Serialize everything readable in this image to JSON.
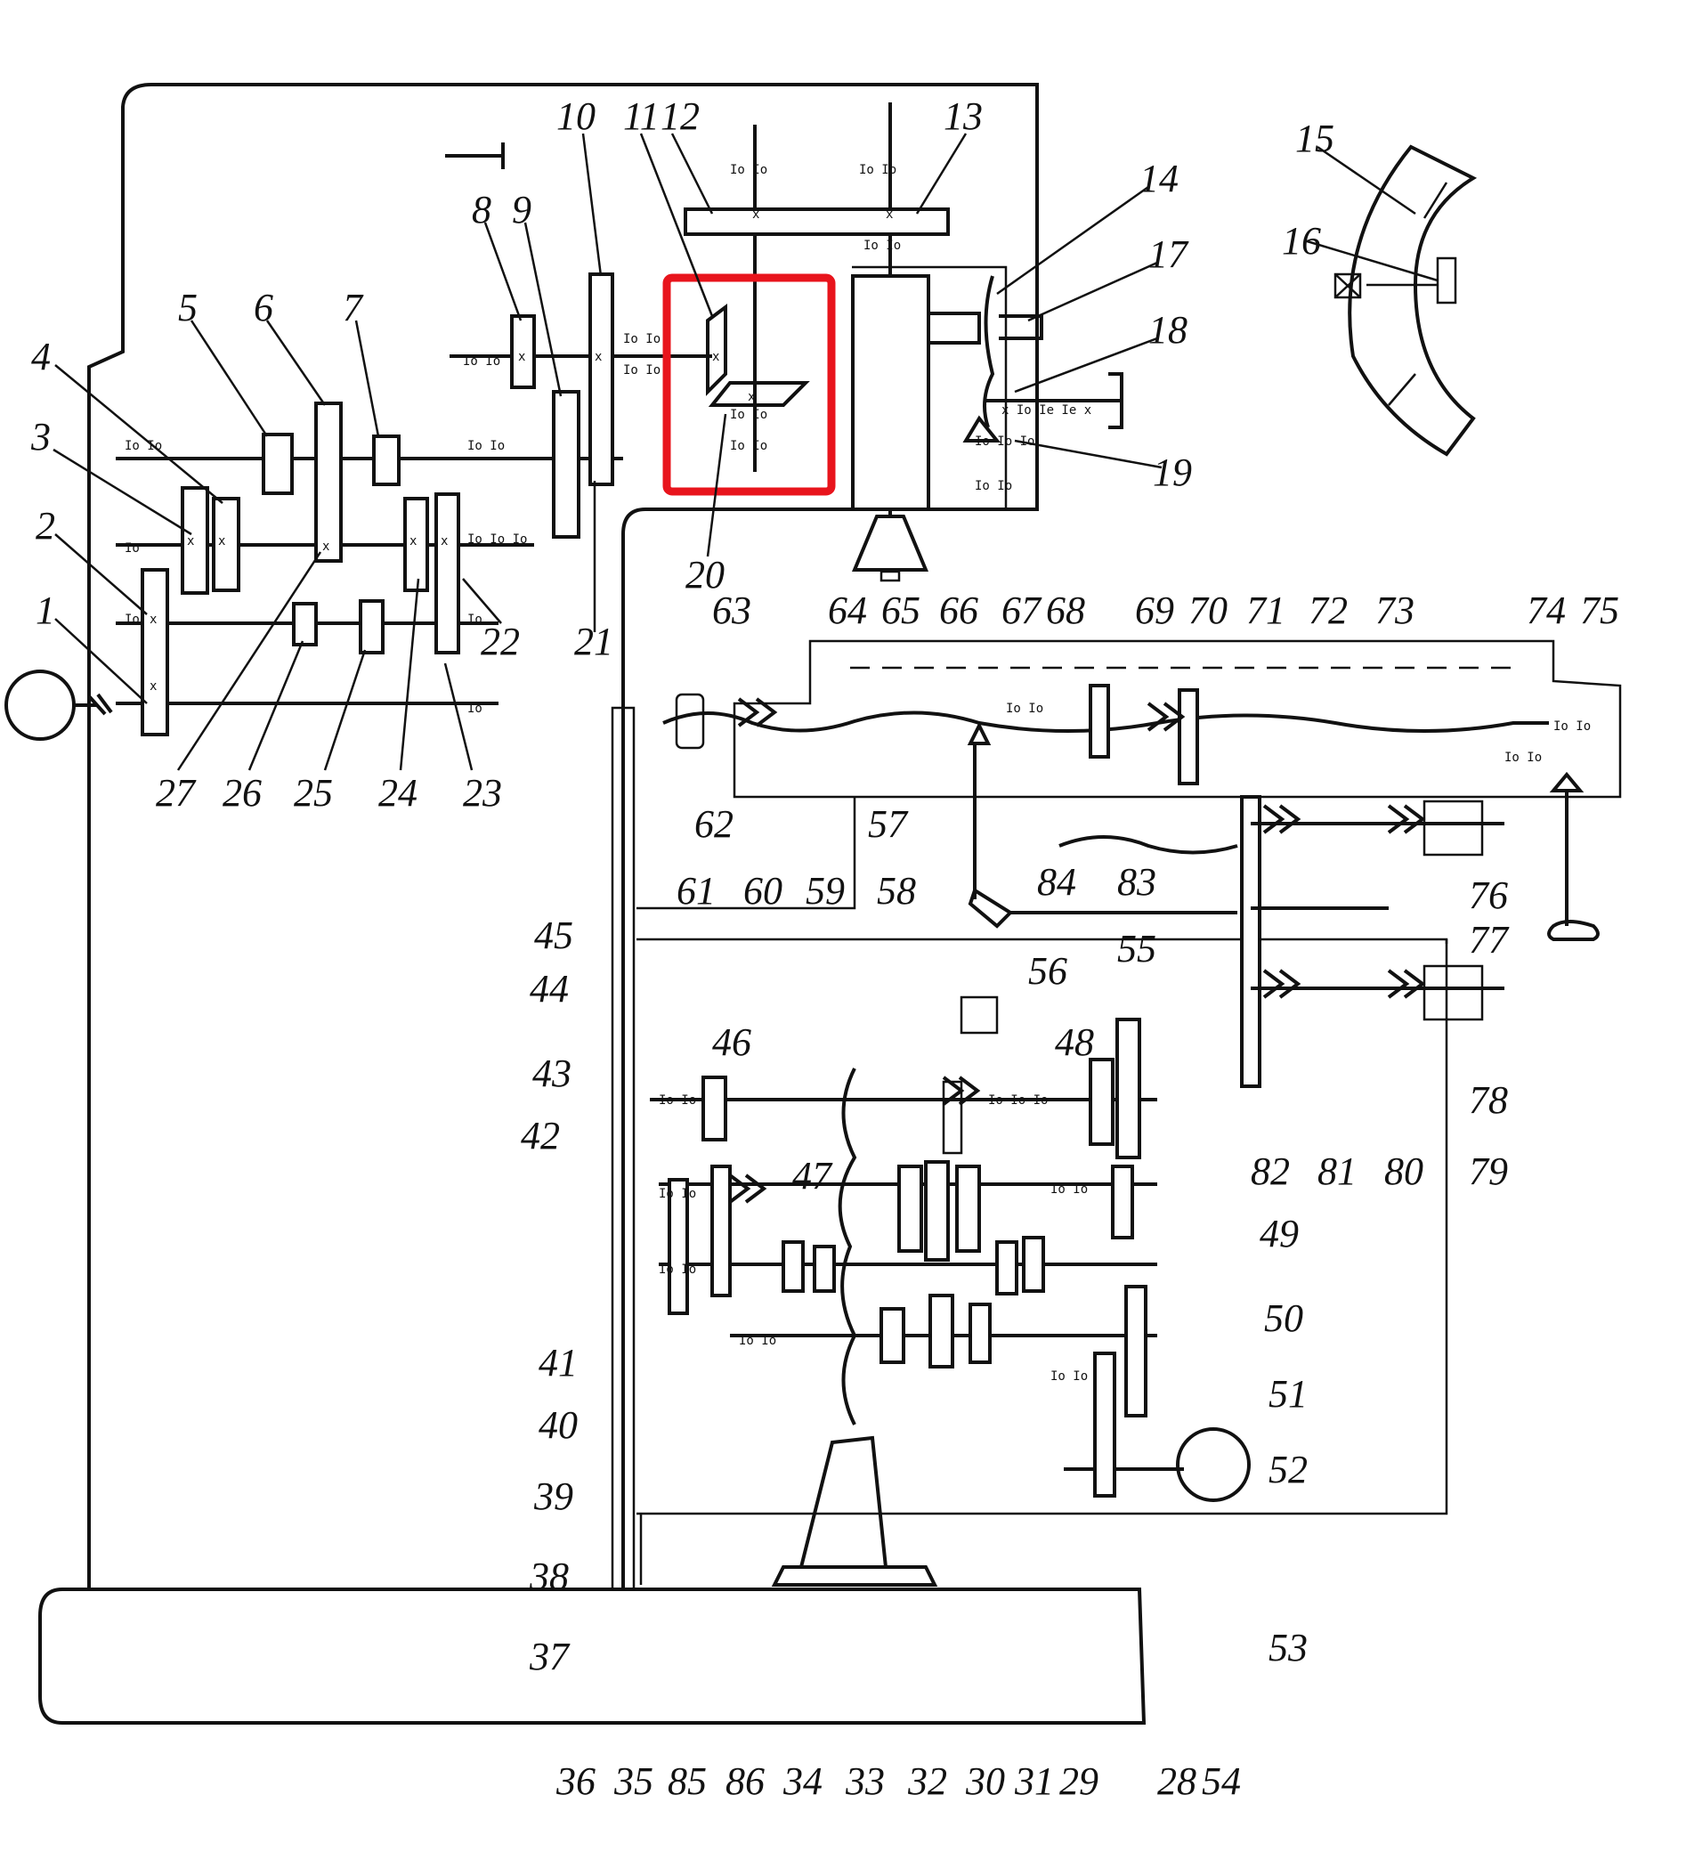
{
  "diagram": {
    "highlight_color": "#e8141c",
    "labels": [
      {
        "id": "1",
        "text": "1"
      },
      {
        "id": "2",
        "text": "2"
      },
      {
        "id": "3",
        "text": "3"
      },
      {
        "id": "4",
        "text": "4"
      },
      {
        "id": "5",
        "text": "5"
      },
      {
        "id": "6",
        "text": "6"
      },
      {
        "id": "7",
        "text": "7"
      },
      {
        "id": "8",
        "text": "8"
      },
      {
        "id": "9",
        "text": "9"
      },
      {
        "id": "10",
        "text": "10"
      },
      {
        "id": "11",
        "text": "11"
      },
      {
        "id": "12",
        "text": "12"
      },
      {
        "id": "13",
        "text": "13"
      },
      {
        "id": "14",
        "text": "14"
      },
      {
        "id": "15",
        "text": "15"
      },
      {
        "id": "16",
        "text": "16"
      },
      {
        "id": "17",
        "text": "17"
      },
      {
        "id": "18",
        "text": "18"
      },
      {
        "id": "19",
        "text": "19"
      },
      {
        "id": "20",
        "text": "20"
      },
      {
        "id": "21",
        "text": "21"
      },
      {
        "id": "22",
        "text": "22"
      },
      {
        "id": "23",
        "text": "23"
      },
      {
        "id": "24",
        "text": "24"
      },
      {
        "id": "25",
        "text": "25"
      },
      {
        "id": "26",
        "text": "26"
      },
      {
        "id": "27",
        "text": "27"
      },
      {
        "id": "28",
        "text": "28"
      },
      {
        "id": "29",
        "text": "29"
      },
      {
        "id": "30",
        "text": "30"
      },
      {
        "id": "31",
        "text": "31"
      },
      {
        "id": "32",
        "text": "32"
      },
      {
        "id": "33",
        "text": "33"
      },
      {
        "id": "34",
        "text": "34"
      },
      {
        "id": "35",
        "text": "35"
      },
      {
        "id": "36",
        "text": "36"
      },
      {
        "id": "37",
        "text": "37"
      },
      {
        "id": "38",
        "text": "38"
      },
      {
        "id": "39",
        "text": "39"
      },
      {
        "id": "40",
        "text": "40"
      },
      {
        "id": "41",
        "text": "41"
      },
      {
        "id": "42",
        "text": "42"
      },
      {
        "id": "43",
        "text": "43"
      },
      {
        "id": "44",
        "text": "44"
      },
      {
        "id": "45",
        "text": "45"
      },
      {
        "id": "46",
        "text": "46"
      },
      {
        "id": "47",
        "text": "47"
      },
      {
        "id": "48",
        "text": "48"
      },
      {
        "id": "49",
        "text": "49"
      },
      {
        "id": "50",
        "text": "50"
      },
      {
        "id": "51",
        "text": "51"
      },
      {
        "id": "52",
        "text": "52"
      },
      {
        "id": "53",
        "text": "53"
      },
      {
        "id": "54",
        "text": "54"
      },
      {
        "id": "55",
        "text": "55"
      },
      {
        "id": "56",
        "text": "56"
      },
      {
        "id": "57",
        "text": "57"
      },
      {
        "id": "58",
        "text": "58"
      },
      {
        "id": "59",
        "text": "59"
      },
      {
        "id": "60",
        "text": "60"
      },
      {
        "id": "61",
        "text": "61"
      },
      {
        "id": "62",
        "text": "62"
      },
      {
        "id": "63",
        "text": "63"
      },
      {
        "id": "64",
        "text": "64"
      },
      {
        "id": "65",
        "text": "65"
      },
      {
        "id": "66",
        "text": "66"
      },
      {
        "id": "67",
        "text": "67"
      },
      {
        "id": "68",
        "text": "68"
      },
      {
        "id": "69",
        "text": "69"
      },
      {
        "id": "70",
        "text": "70"
      },
      {
        "id": "71",
        "text": "71"
      },
      {
        "id": "72",
        "text": "72"
      },
      {
        "id": "73",
        "text": "73"
      },
      {
        "id": "74",
        "text": "74"
      },
      {
        "id": "75",
        "text": "75"
      },
      {
        "id": "76",
        "text": "76"
      },
      {
        "id": "77",
        "text": "77"
      },
      {
        "id": "78",
        "text": "78"
      },
      {
        "id": "79",
        "text": "79"
      },
      {
        "id": "80",
        "text": "80"
      },
      {
        "id": "81",
        "text": "81"
      },
      {
        "id": "82",
        "text": "82"
      },
      {
        "id": "83",
        "text": "83"
      },
      {
        "id": "84",
        "text": "84"
      },
      {
        "id": "85",
        "text": "85"
      },
      {
        "id": "86",
        "text": "86"
      }
    ]
  }
}
